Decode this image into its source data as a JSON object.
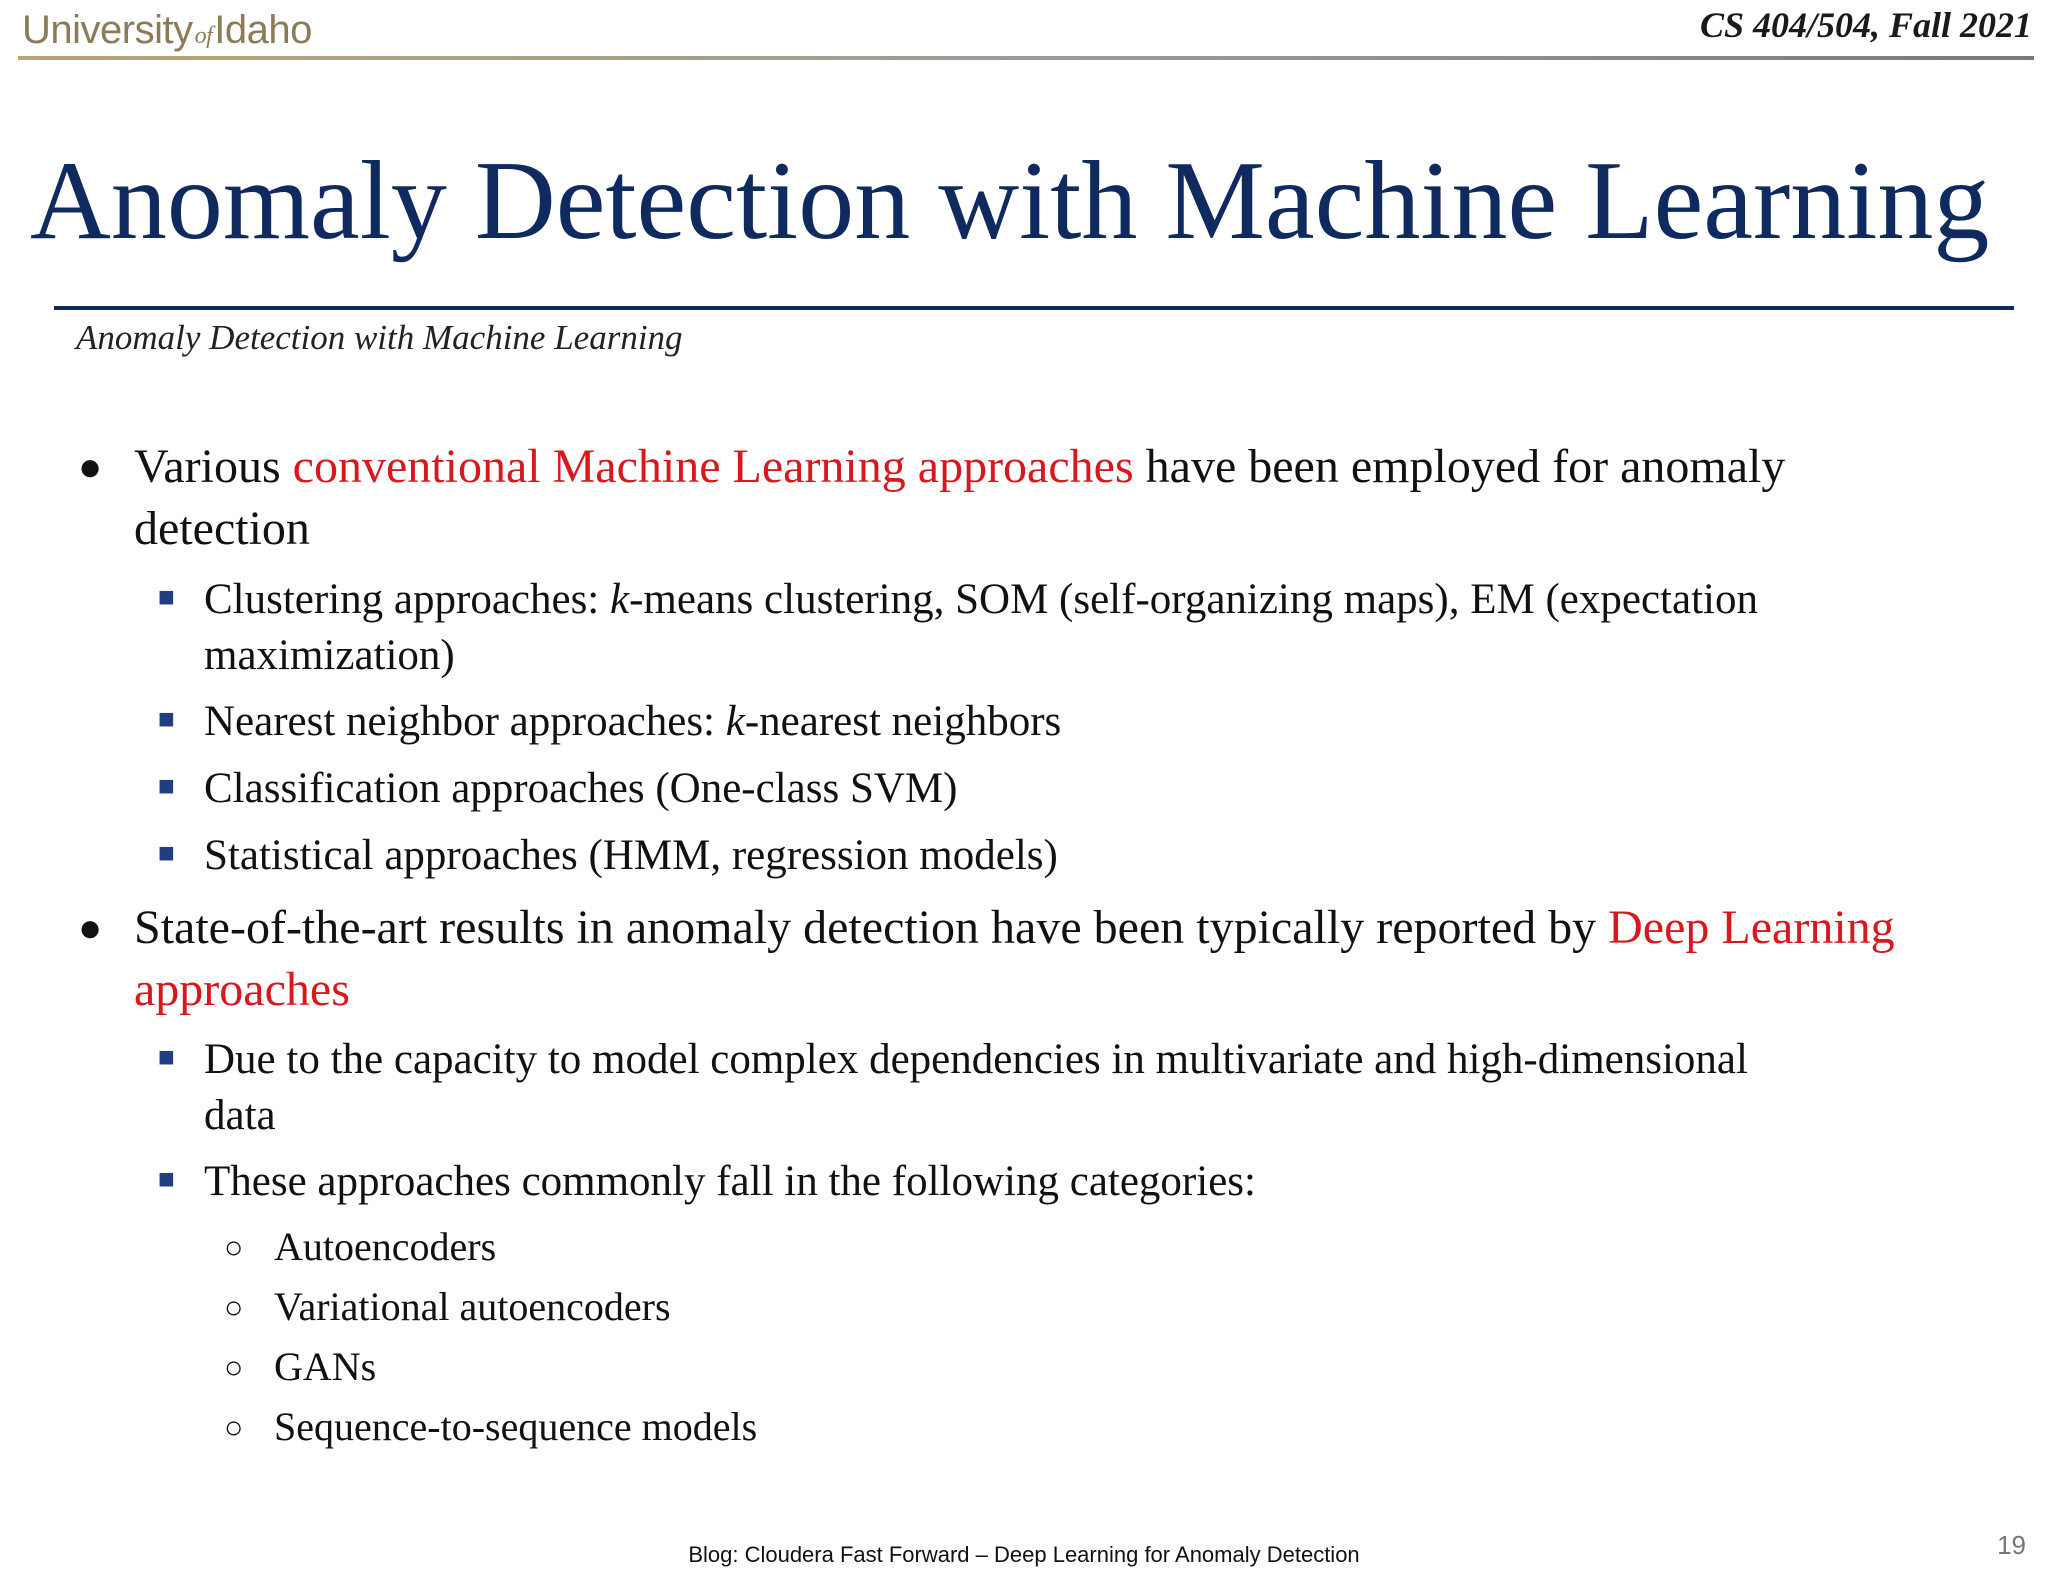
{
  "header": {
    "logo_left": "University",
    "logo_of": "of",
    "logo_right": "Idaho",
    "course": "CS 404/504, Fall 2021"
  },
  "slide": {
    "title": "Anomaly Detection with Machine Learning",
    "subtitle": "Anomaly Detection with Machine Learning"
  },
  "bullets": {
    "b1_pre": "Various ",
    "b1_red": "conventional Machine Learning approaches",
    "b1_post": " have been employed for anomaly detection",
    "b1_1_pre": "Clustering approaches: ",
    "b1_1_k": "k",
    "b1_1_post": "-means clustering, SOM (self-organizing maps), EM (expectation maximization)",
    "b1_2_pre": "Nearest neighbor approaches: ",
    "b1_2_k": "k",
    "b1_2_post": "-nearest neighbors",
    "b1_3": "Classification approaches (One-class SVM)",
    "b1_4": "Statistical approaches (HMM, regression models)",
    "b2_pre": "State-of-the-art results in anomaly detection have been typically reported by ",
    "b2_red": "Deep Learning approaches",
    "b2_1": "Due to the capacity to model complex dependencies in multivariate and high-dimensional data",
    "b2_2": "These approaches commonly fall in the following categories:",
    "b2_2_items": [
      "Autoencoders",
      "Variational autoencoders",
      "GANs",
      "Sequence-to-sequence models"
    ]
  },
  "footer": {
    "source": "Blog: Cloudera Fast Forward – Deep Learning for Anomaly Detection",
    "page_number": "19"
  },
  "colors": {
    "title": "#0f2a5e",
    "highlight": "#d9181e",
    "logo": "#8c7b57"
  }
}
